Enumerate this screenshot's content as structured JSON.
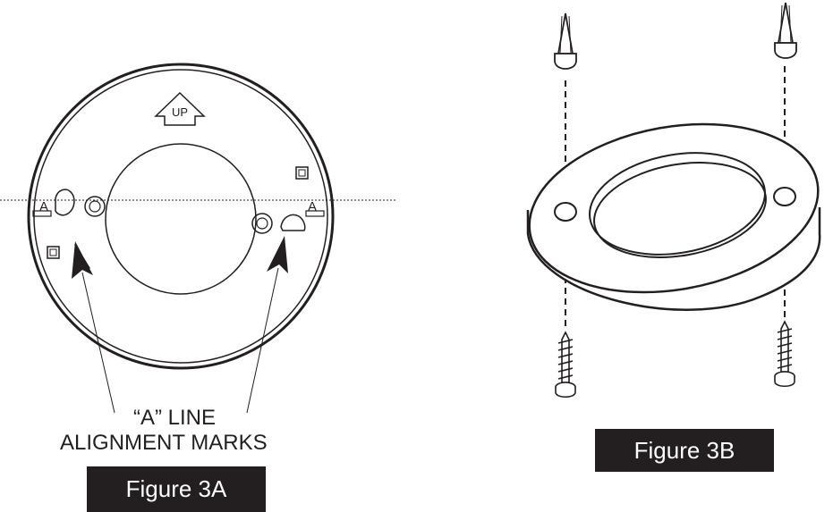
{
  "figure_a": {
    "up_label": "UP",
    "mark_left": "A",
    "mark_right": "A",
    "callout_line1": "“A” LINE",
    "callout_line2": "ALIGNMENT MARKS",
    "caption": "Figure 3A"
  },
  "figure_b": {
    "caption": "Figure 3B"
  },
  "colors": {
    "ink": "#231f20",
    "caption_bg": "#231f20",
    "caption_text": "#ffffff"
  }
}
